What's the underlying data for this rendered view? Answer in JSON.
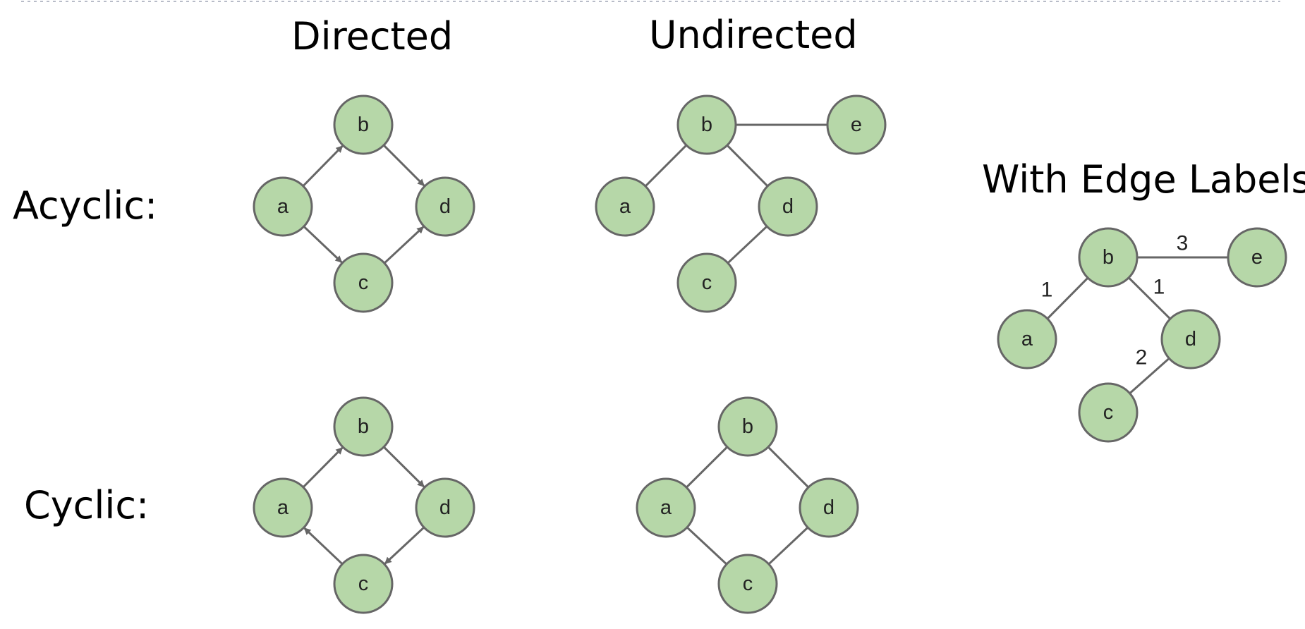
{
  "headings": {
    "directed": "Directed",
    "undirected": "Undirected",
    "acyclic": "Acyclic:",
    "cyclic": "Cyclic:",
    "edge_labels": "With Edge Labels"
  },
  "colors": {
    "node_fill": "#b6d7a8",
    "node_stroke": "#666666",
    "edge": "#666666"
  },
  "graphs": [
    {
      "id": "directed-acyclic",
      "directed": true,
      "nodes": [
        "a",
        "b",
        "c",
        "d"
      ],
      "edges": [
        {
          "from": "a",
          "to": "b"
        },
        {
          "from": "b",
          "to": "d"
        },
        {
          "from": "a",
          "to": "c"
        },
        {
          "from": "c",
          "to": "d"
        }
      ]
    },
    {
      "id": "undirected-acyclic",
      "directed": false,
      "nodes": [
        "a",
        "b",
        "c",
        "d",
        "e"
      ],
      "edges": [
        {
          "from": "b",
          "to": "e"
        },
        {
          "from": "a",
          "to": "b"
        },
        {
          "from": "b",
          "to": "d"
        },
        {
          "from": "c",
          "to": "d"
        }
      ]
    },
    {
      "id": "directed-cyclic",
      "directed": true,
      "nodes": [
        "a",
        "b",
        "c",
        "d"
      ],
      "edges": [
        {
          "from": "a",
          "to": "b"
        },
        {
          "from": "b",
          "to": "d"
        },
        {
          "from": "d",
          "to": "c"
        },
        {
          "from": "c",
          "to": "a"
        }
      ]
    },
    {
      "id": "undirected-cyclic",
      "directed": false,
      "nodes": [
        "a",
        "b",
        "c",
        "d"
      ],
      "edges": [
        {
          "from": "a",
          "to": "b"
        },
        {
          "from": "b",
          "to": "d"
        },
        {
          "from": "d",
          "to": "c"
        },
        {
          "from": "c",
          "to": "a"
        }
      ]
    },
    {
      "id": "edge-labels",
      "directed": false,
      "nodes": [
        "a",
        "b",
        "c",
        "d",
        "e"
      ],
      "edges": [
        {
          "from": "b",
          "to": "e",
          "label": "3"
        },
        {
          "from": "a",
          "to": "b",
          "label": "1"
        },
        {
          "from": "b",
          "to": "d",
          "label": "1"
        },
        {
          "from": "c",
          "to": "d",
          "label": "2"
        }
      ]
    }
  ]
}
